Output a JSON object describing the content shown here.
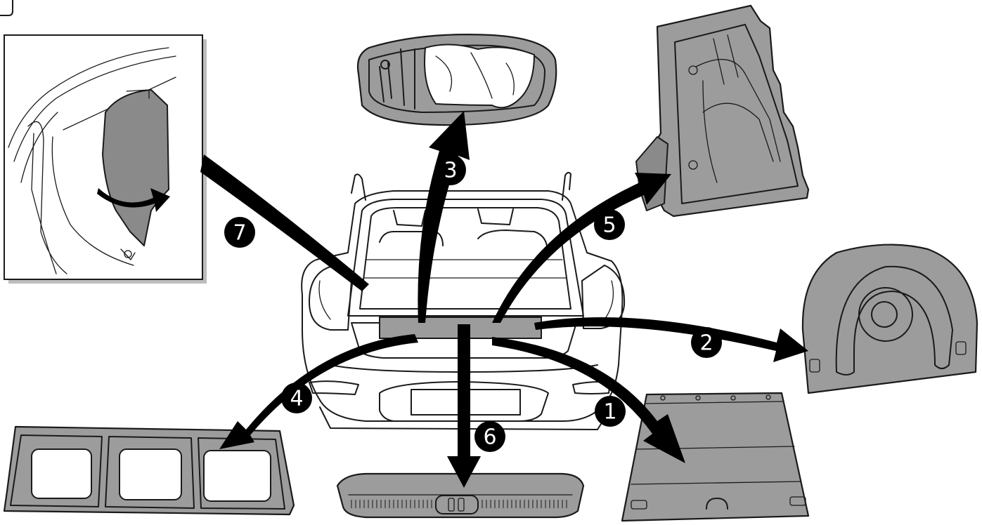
{
  "callouts": [
    {
      "id": "1",
      "label": "1"
    },
    {
      "id": "2",
      "label": "2"
    },
    {
      "id": "3",
      "label": "3"
    },
    {
      "id": "4",
      "label": "4"
    },
    {
      "id": "5",
      "label": "5"
    },
    {
      "id": "6",
      "label": "6"
    },
    {
      "id": "7",
      "label": "7"
    }
  ],
  "colors": {
    "arrow": "#000000",
    "panel_fill": "#9c9c9c",
    "line": "#1a1a1a",
    "callout_fill": "#000000",
    "callout_text": "#ffffff"
  },
  "icons": {
    "tab_marker": "corner-tab-icon",
    "rotate_arrow": "rotation-arrow-icon"
  }
}
